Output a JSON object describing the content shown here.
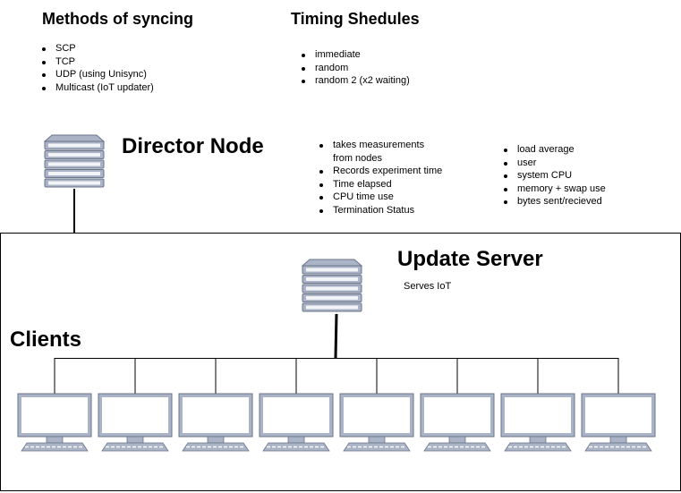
{
  "sync_methods": {
    "title": "Methods of syncing",
    "items": [
      "SCP",
      "TCP",
      "UDP (using Unisync)",
      "Multicast (IoT updater)"
    ]
  },
  "timing": {
    "title": "Timing Shedules",
    "items": [
      "immediate",
      "random",
      "random 2 (x2 waiting)"
    ]
  },
  "director": {
    "title": "Director Node",
    "measurements": [
      "takes measurements",
      "from nodes",
      "Records experiment time",
      "Time elapsed",
      "CPU time use",
      "Termination Status"
    ],
    "metrics": [
      "load average",
      "user",
      "system CPU",
      "memory + swap use",
      "bytes sent/recieved"
    ]
  },
  "update_server": {
    "title": "Update Server",
    "note": "Serves IoT"
  },
  "clients": {
    "title": "Clients",
    "count": 8
  },
  "colors": {
    "server_fill": "#aab4c6",
    "server_stroke": "#6b7489",
    "monitor_fill": "#aab4c6",
    "line": "#000000",
    "frame": "#000000"
  }
}
